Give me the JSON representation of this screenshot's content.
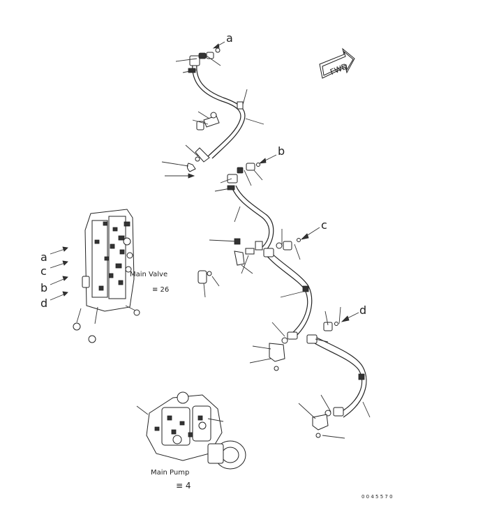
{
  "fwd_sign": "FWD",
  "connection_labels": {
    "a": "a",
    "b": "b",
    "c": "c",
    "d": "d"
  },
  "valve_callouts": [
    "a",
    "c",
    "b",
    "d"
  ],
  "main_valve": {
    "label": "Main Valve",
    "ref": "≡ 26"
  },
  "main_pump": {
    "label": "Main Pump",
    "ref": "≡ 4"
  },
  "drawing_number": "0 0 4 5 5 7 0"
}
